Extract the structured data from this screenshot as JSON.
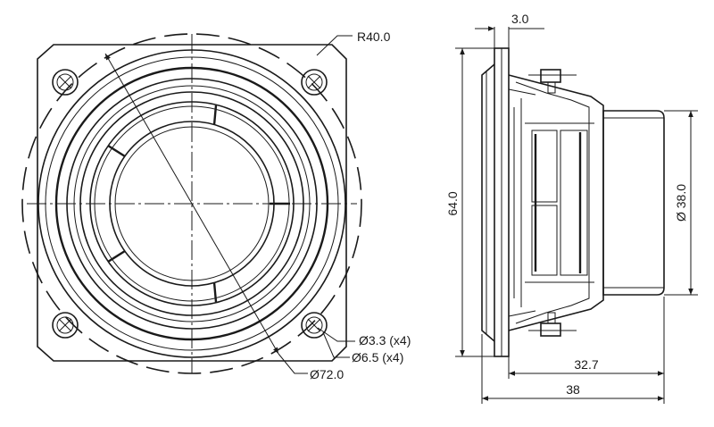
{
  "labels": {
    "corner_radius": "R40.0",
    "hole_small": "Ø3.3 (x4)",
    "hole_large": "Ø6.5 (x4)",
    "outer_diameter": "Ø72.0",
    "flange_thickness": "3.0",
    "height": "64.0",
    "magnet_diameter": "Ø 38.0",
    "depth_body": "32.7",
    "depth_total": "38"
  }
}
